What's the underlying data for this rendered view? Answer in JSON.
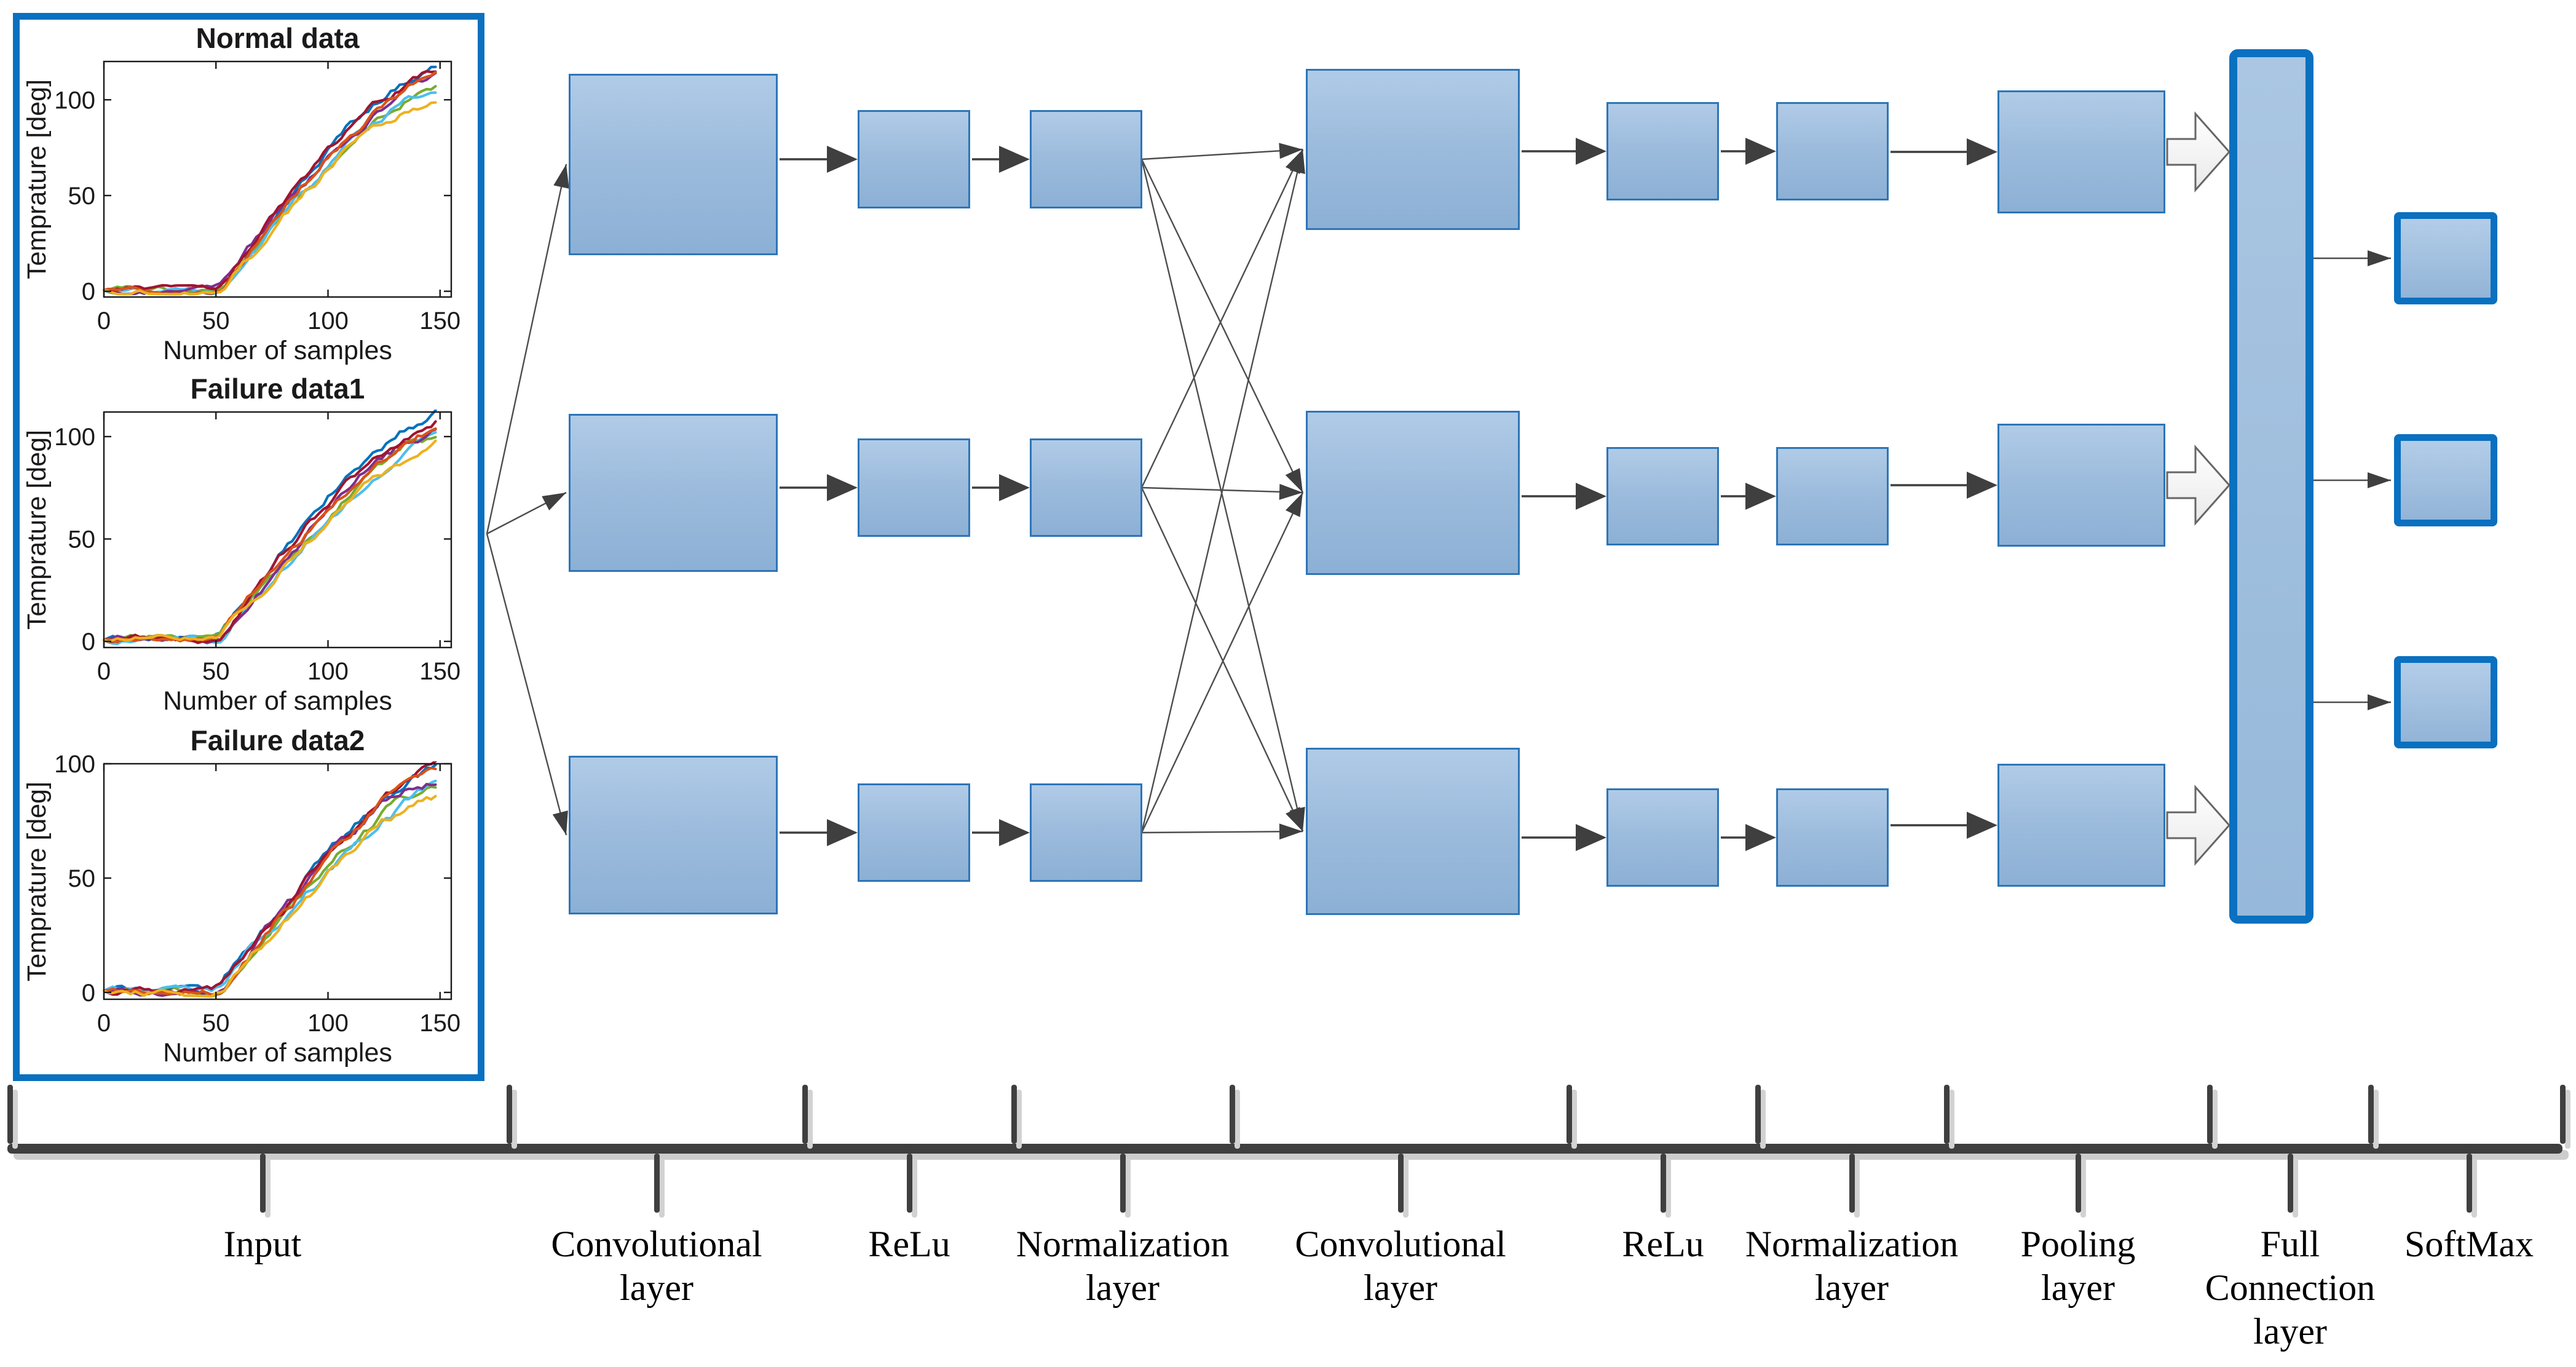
{
  "page": {
    "background": "#ffffff"
  },
  "colors": {
    "accent_border": "#0a70c0",
    "box_border": "#2e75b6",
    "box_fill_top": "#b0cbe7",
    "box_fill_bottom": "#8cb0d5",
    "arrow_head": "#3f3f3f",
    "thin_line": "#4d4d4d",
    "axis_bar": "#3f3f3f",
    "axis_shadow": "#cdcdcd"
  },
  "chart_data": [
    {
      "type": "line",
      "title": "Normal data",
      "xlabel": "Number of samples",
      "ylabel": "Temprature [deg]",
      "xlim": [
        0,
        155
      ],
      "ylim": [
        -3,
        120
      ],
      "xticks": [
        0,
        50,
        100,
        150
      ],
      "yticks": [
        0,
        50,
        100
      ],
      "grid": false,
      "legend": "none",
      "x_anchors": [
        0,
        10,
        20,
        30,
        40,
        48,
        52,
        56,
        60,
        65,
        70,
        75,
        80,
        85,
        90,
        95,
        100,
        105,
        110,
        115,
        120,
        125,
        130,
        135,
        140,
        144,
        148
      ],
      "y_mean": [
        1,
        0.8,
        1,
        0.7,
        0.8,
        0.5,
        2,
        8,
        14,
        21,
        28,
        35,
        42,
        48,
        55,
        61,
        68,
        74,
        80,
        85,
        90,
        95,
        99,
        103,
        106,
        108,
        110
      ],
      "series": [
        {
          "name": "line-1",
          "color": "#0072BD",
          "offset": 1.6
        },
        {
          "name": "line-2",
          "color": "#77AC30",
          "offset": -0.4
        },
        {
          "name": "line-3",
          "color": "#4DBEEE",
          "offset": -0.7
        },
        {
          "name": "line-4",
          "color": "#7E2F8E",
          "offset": 0.4
        },
        {
          "name": "line-5",
          "color": "#A2142F",
          "offset": 1.2
        },
        {
          "name": "line-6",
          "color": "#D95319",
          "offset": 0.7
        },
        {
          "name": "line-7",
          "color": "#EDB120",
          "offset": -1.5
        }
      ]
    },
    {
      "type": "line",
      "title": "Failure data1",
      "xlabel": "Number of samples",
      "ylabel": "Temprature [deg]",
      "xlim": [
        0,
        155
      ],
      "ylim": [
        -3,
        112
      ],
      "xticks": [
        0,
        50,
        100,
        150
      ],
      "yticks": [
        0,
        50,
        100
      ],
      "grid": false,
      "legend": "none",
      "x_anchors": [
        0,
        10,
        20,
        30,
        40,
        48,
        52,
        56,
        60,
        65,
        70,
        75,
        80,
        85,
        90,
        95,
        100,
        105,
        110,
        115,
        120,
        125,
        130,
        135,
        140,
        144,
        148
      ],
      "y_mean": [
        1,
        0.8,
        1,
        0.7,
        0.8,
        0.5,
        1.9,
        7.4,
        13,
        19.5,
        26,
        32.5,
        39,
        44.6,
        51,
        56.7,
        63.2,
        68.8,
        74.4,
        79,
        83.7,
        88.3,
        92,
        95.8,
        98.6,
        100.4,
        102.3
      ],
      "series": [
        {
          "name": "line-1",
          "color": "#0072BD",
          "offset": 1.6
        },
        {
          "name": "line-2",
          "color": "#77AC30",
          "offset": -0.4
        },
        {
          "name": "line-3",
          "color": "#4DBEEE",
          "offset": -0.7
        },
        {
          "name": "line-4",
          "color": "#7E2F8E",
          "offset": 0.4
        },
        {
          "name": "line-5",
          "color": "#A2142F",
          "offset": 1.2
        },
        {
          "name": "line-6",
          "color": "#D95319",
          "offset": 0.7
        },
        {
          "name": "line-7",
          "color": "#EDB120",
          "offset": -1.5
        }
      ]
    },
    {
      "type": "line",
      "title": "Failure data2",
      "xlabel": "Number of samples",
      "ylabel": "Temprature [deg]",
      "xlim": [
        0,
        155
      ],
      "ylim": [
        -3,
        100
      ],
      "xticks": [
        0,
        50,
        100,
        150
      ],
      "yticks": [
        0,
        50,
        100
      ],
      "grid": false,
      "legend": "none",
      "x_anchors": [
        0,
        10,
        20,
        30,
        40,
        48,
        52,
        56,
        60,
        65,
        70,
        75,
        80,
        85,
        90,
        95,
        100,
        105,
        110,
        115,
        120,
        125,
        130,
        135,
        140,
        144,
        148
      ],
      "y_mean": [
        1,
        0.8,
        1,
        0.7,
        0.8,
        0.5,
        1.7,
        6.7,
        11.8,
        17.6,
        23.5,
        29.4,
        35.3,
        40.3,
        46.2,
        51.2,
        57.1,
        62.2,
        67.2,
        71.4,
        75.6,
        79.8,
        83.2,
        86.5,
        89,
        90.7,
        92.4
      ],
      "series": [
        {
          "name": "line-1",
          "color": "#0072BD",
          "offset": 1.6
        },
        {
          "name": "line-2",
          "color": "#77AC30",
          "offset": -0.4
        },
        {
          "name": "line-3",
          "color": "#4DBEEE",
          "offset": -0.7
        },
        {
          "name": "line-4",
          "color": "#7E2F8E",
          "offset": 0.4
        },
        {
          "name": "line-5",
          "color": "#A2142F",
          "offset": 1.2
        },
        {
          "name": "line-6",
          "color": "#D95319",
          "offset": 0.7
        },
        {
          "name": "line-7",
          "color": "#EDB120",
          "offset": -1.5
        }
      ]
    }
  ],
  "timeline": {
    "labels": [
      {
        "text": "Input"
      },
      {
        "text": "Convolutional\nlayer"
      },
      {
        "text": "ReLu"
      },
      {
        "text": "Normalization\nlayer"
      },
      {
        "text": "Convolutional\nlayer"
      },
      {
        "text": "ReLu"
      },
      {
        "text": "Normalization\nlayer"
      },
      {
        "text": "Pooling\nlayer"
      },
      {
        "text": "Full\nConnection\nlayer"
      },
      {
        "text": "SoftMax"
      }
    ]
  }
}
